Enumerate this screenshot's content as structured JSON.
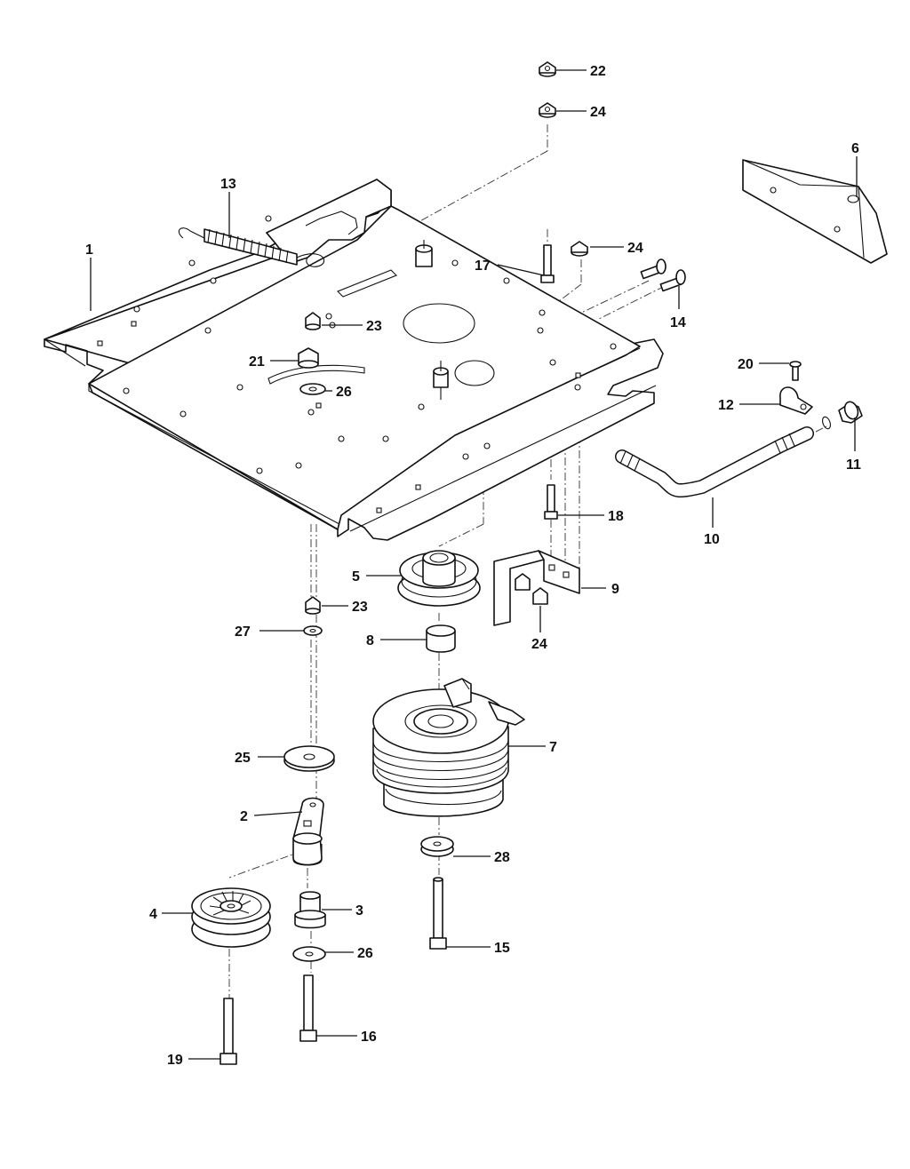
{
  "callouts": [
    {
      "id": "c22",
      "label": "22"
    },
    {
      "id": "c24a",
      "label": "24"
    },
    {
      "id": "c6",
      "label": "6"
    },
    {
      "id": "c13",
      "label": "13"
    },
    {
      "id": "c1",
      "label": "1"
    },
    {
      "id": "c17",
      "label": "17"
    },
    {
      "id": "c24b",
      "label": "24"
    },
    {
      "id": "c14",
      "label": "14"
    },
    {
      "id": "c23a",
      "label": "23"
    },
    {
      "id": "c21",
      "label": "21"
    },
    {
      "id": "c26a",
      "label": "26"
    },
    {
      "id": "c20",
      "label": "20"
    },
    {
      "id": "c12",
      "label": "12"
    },
    {
      "id": "c11",
      "label": "11"
    },
    {
      "id": "c18",
      "label": "18"
    },
    {
      "id": "c10",
      "label": "10"
    },
    {
      "id": "c5",
      "label": "5"
    },
    {
      "id": "c9",
      "label": "9"
    },
    {
      "id": "c23b",
      "label": "23"
    },
    {
      "id": "c27",
      "label": "27"
    },
    {
      "id": "c24c",
      "label": "24"
    },
    {
      "id": "c8",
      "label": "8"
    },
    {
      "id": "c7",
      "label": "7"
    },
    {
      "id": "c25",
      "label": "25"
    },
    {
      "id": "c2",
      "label": "2"
    },
    {
      "id": "c28",
      "label": "28"
    },
    {
      "id": "c3",
      "label": "3"
    },
    {
      "id": "c4",
      "label": "4"
    },
    {
      "id": "c26b",
      "label": "26"
    },
    {
      "id": "c15",
      "label": "15"
    },
    {
      "id": "c16",
      "label": "16"
    },
    {
      "id": "c19",
      "label": "19"
    }
  ]
}
